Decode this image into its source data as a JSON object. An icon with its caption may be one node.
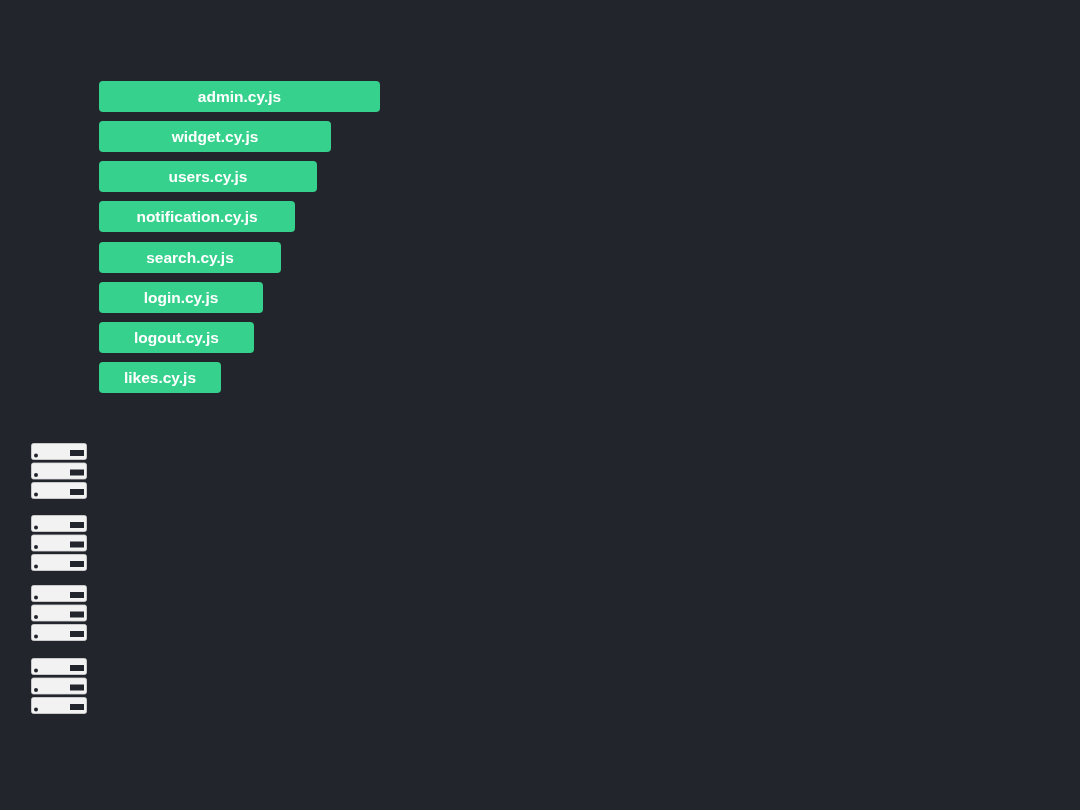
{
  "diagram": {
    "nodes": [
      {
        "text": [
          "admin.cy.js"
        ]
      },
      {
        "text": [
          "widget.cy.js"
        ]
      },
      {
        "text": [
          "users.cy.js"
        ]
      },
      {
        "text": [
          "notification.cy.js"
        ]
      },
      {
        "text": [
          "search.cy.js"
        ]
      },
      {
        "text": [
          "login.cy.js"
        ]
      },
      {
        "text": [
          "logout.cy.js"
        ]
      },
      {
        "text": [
          "likes.cy.js"
        ]
      }
    ]
  }
}
